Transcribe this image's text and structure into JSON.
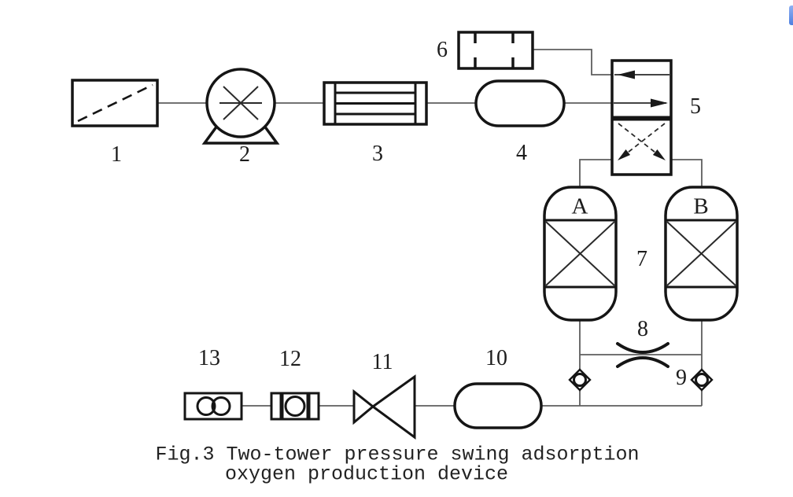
{
  "colors": {
    "equipment_line": "#151515",
    "pipe_line": "#5e5e5e",
    "scrollbar_blue": "#4d7fe0",
    "background": "#ffffff"
  },
  "labels": {
    "c1": "1",
    "c2": "2",
    "c3": "3",
    "c4": "4",
    "c5": "5",
    "c6": "6",
    "c7": "7",
    "c8": "8",
    "c9": "9",
    "c10": "10",
    "c11": "11",
    "c12": "12",
    "c13": "13"
  },
  "towers": {
    "a": "A",
    "b": "B"
  },
  "caption": {
    "line1": "Fig.3 Two-tower pressure swing adsorption",
    "line2": "oxygen production device"
  }
}
